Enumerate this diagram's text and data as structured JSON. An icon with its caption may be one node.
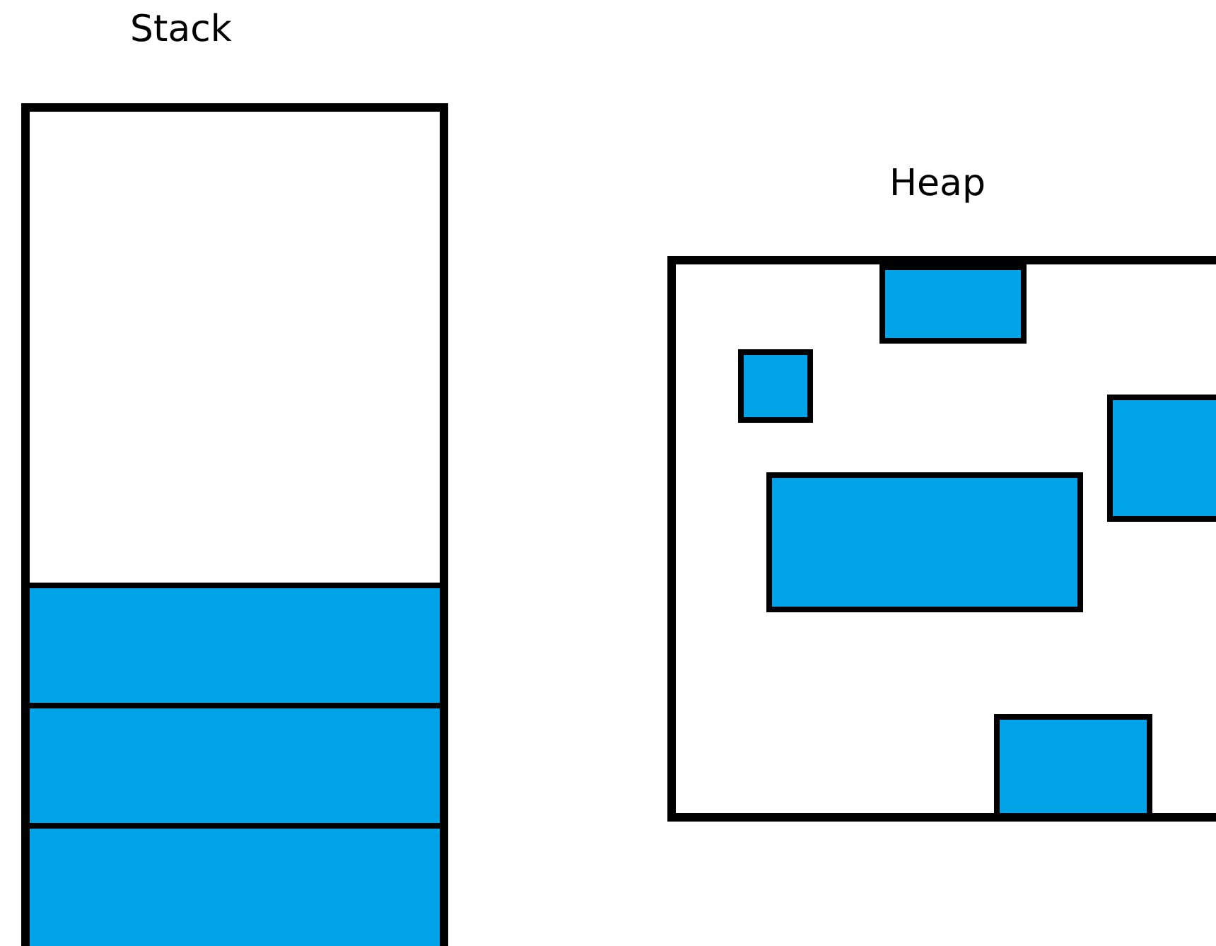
{
  "diagram": {
    "nodes": [
      {
        "text": [
          "Stack"
        ]
      },
      {
        "text": [
          "Heap"
        ]
      },
      {
        "text": [],
        "shape": "box",
        "in": 0
      },
      {
        "text": [],
        "shape": "box",
        "in": 0
      },
      {
        "text": [],
        "shape": "box",
        "in": 0
      },
      {
        "text": [],
        "shape": "box",
        "in": 1
      },
      {
        "text": [],
        "shape": "box",
        "in": 1
      },
      {
        "text": [],
        "shape": "box",
        "in": 1
      },
      {
        "text": [],
        "shape": "box",
        "in": 1
      },
      {
        "text": [],
        "shape": "box",
        "in": 1
      }
    ]
  }
}
